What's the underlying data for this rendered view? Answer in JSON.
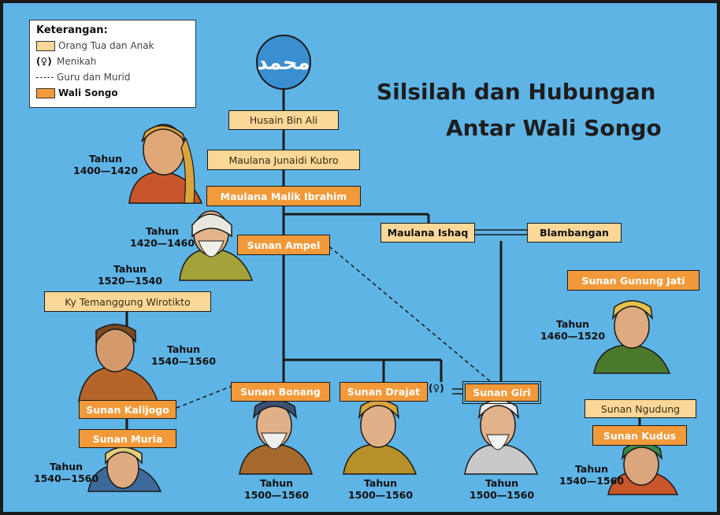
{
  "title": {
    "line1": "Silsilah dan Hubungan",
    "line2": "Antar Wali Songo"
  },
  "logo": {
    "text": "محمد"
  },
  "legend": {
    "heading": "Keterangan:",
    "items": [
      {
        "symbol": "",
        "label": "Orang Tua dan Anak"
      },
      {
        "symbol": "(♀)",
        "label": "Menikah"
      },
      {
        "symbol": "",
        "label": "Guru dan Murid"
      },
      {
        "symbol": "",
        "label": "Wali Songo"
      }
    ]
  },
  "nodes": {
    "husain": "Husain Bin Ali",
    "junaidi": "Maulana Junaidi Kubro",
    "malik": "Maulana Malik Ibrahim",
    "ampel": "Sunan Ampel",
    "ishaq": "Maulana Ishaq",
    "blambangan": "Blambangan",
    "wirotikto": "Ky Temanggung Wirotikto",
    "kalijogo": "Sunan Kalijogo",
    "muria": "Sunan Muria",
    "bonang": "Sunan Bonang",
    "drajat": "Sunan Drajat",
    "giri": "Sunan Giri",
    "gunungjati": "Sunan Gunung Jati",
    "ngudung": "Sunan Ngudung",
    "kudus": "Sunan Kudus"
  },
  "marriage_symbol": "(♀)",
  "years": {
    "malik": {
      "label": "Tahun",
      "range": "1400—1420"
    },
    "ampel": {
      "label": "Tahun",
      "range": "1420—1460"
    },
    "wirotikto": {
      "label": "Tahun",
      "range": "1520—1540"
    },
    "kalijogo": {
      "label": "Tahun",
      "range": "1540—1560"
    },
    "muria": {
      "label": "Tahun",
      "range": "1540—1560"
    },
    "bonang": {
      "label": "Tahun",
      "range": "1500—1560"
    },
    "drajat": {
      "label": "Tahun",
      "range": "1500—1560"
    },
    "giri": {
      "label": "Tahun",
      "range": "1500—1560"
    },
    "gunungjati": {
      "label": "Tahun",
      "range": "1460—1520"
    },
    "kudus": {
      "label": "Tahun",
      "range": "1540—1560"
    }
  },
  "colors": {
    "background": "#5fb4e6",
    "parent_box": "#fbd898",
    "wali_box": "#f29a3a",
    "logo_circle": "#3a8fd0"
  }
}
